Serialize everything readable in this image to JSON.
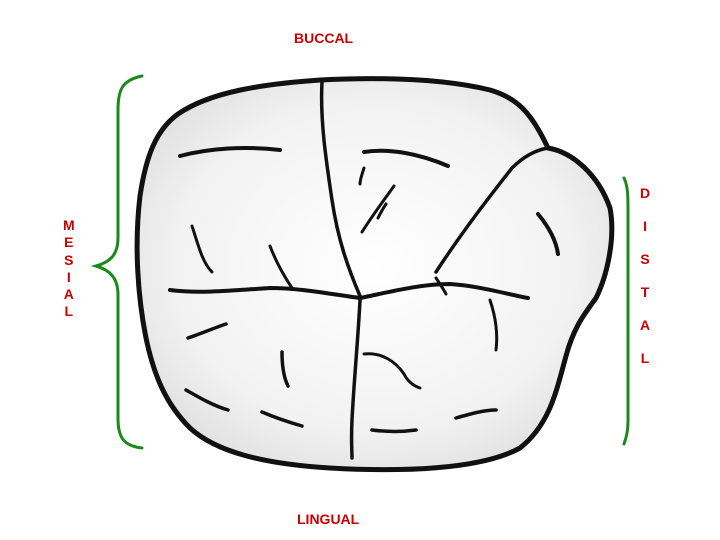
{
  "labels": {
    "top": "BUCCAL",
    "bottom": "LINGUAL",
    "left": [
      "M",
      "E",
      "S",
      "I",
      "A",
      "L"
    ],
    "right": [
      "D",
      "I",
      "S",
      "T",
      "A",
      "L"
    ]
  },
  "colors": {
    "label": "#cc0000",
    "bracket": "#1a8a1a",
    "outline": "#111111",
    "fill": "#f3f3f3"
  }
}
